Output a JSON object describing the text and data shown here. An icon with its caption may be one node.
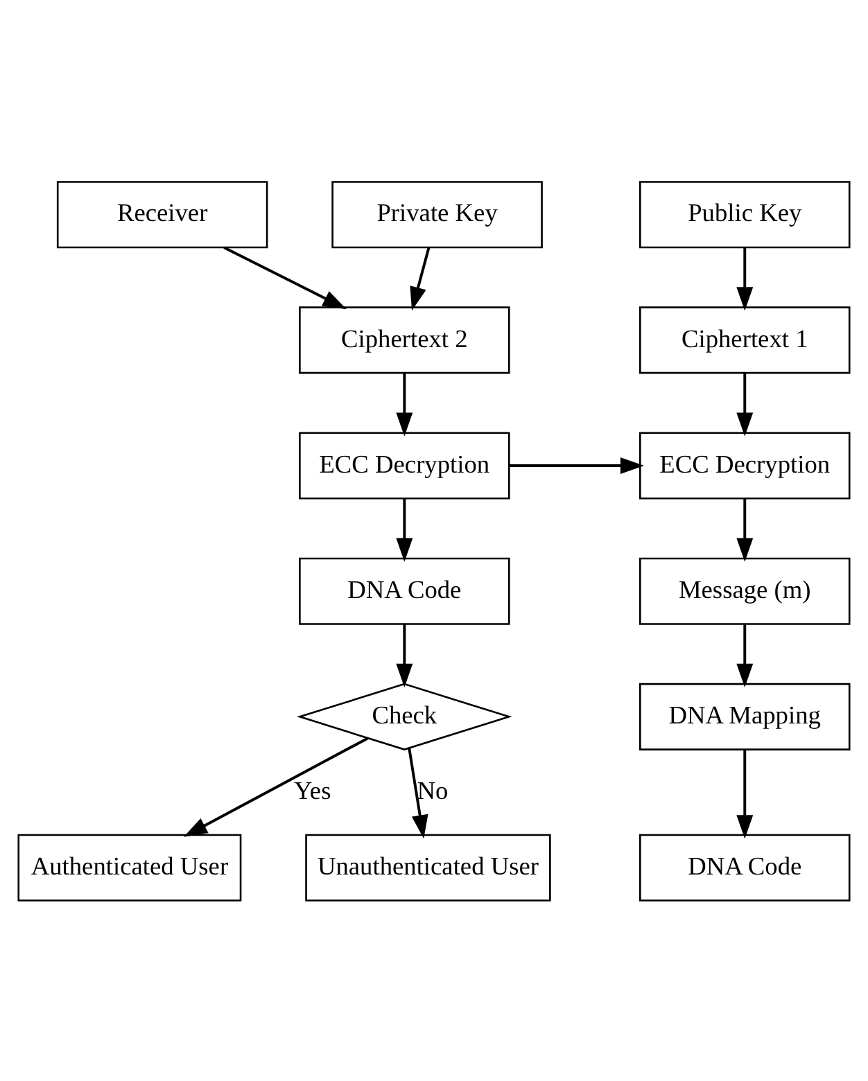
{
  "diagram": {
    "nodes": [
      {
        "text": [
          "Public Key"
        ]
      },
      {
        "text": [
          "Receiver"
        ]
      },
      {
        "text": [
          "Private Key"
        ]
      },
      {
        "text": [
          "Ciphertext 1"
        ]
      },
      {
        "text": [
          "Ciphertext 2"
        ]
      },
      {
        "text": [
          "ECC Decryption"
        ]
      },
      {
        "text": [
          "ECC Decryption"
        ]
      },
      {
        "text": [
          "Message (m)"
        ]
      },
      {
        "text": [
          "DNA Code"
        ]
      },
      {
        "text": [
          "DNA Mapping"
        ]
      },
      {
        "text": [
          "Check"
        ]
      },
      {
        "text": [
          "DNA Code"
        ]
      },
      {
        "text": [
          "Authenticated User"
        ]
      },
      {
        "text": [
          "Unauthenticated User"
        ]
      }
    ],
    "edges": [
      {
        "from": 0,
        "to": 3,
        "arrow": "to"
      },
      {
        "from": 1,
        "to": 4,
        "arrow": "to"
      },
      {
        "from": 2,
        "to": 4,
        "arrow": "to"
      },
      {
        "from": 3,
        "to": 5,
        "arrow": "to"
      },
      {
        "from": 4,
        "to": 6,
        "arrow": "to"
      },
      {
        "from": 6,
        "to": 5,
        "arrow": "to"
      },
      {
        "from": 5,
        "to": 7,
        "arrow": "to"
      },
      {
        "from": 6,
        "to": 8,
        "arrow": "to"
      },
      {
        "from": 7,
        "to": 9,
        "arrow": "to"
      },
      {
        "from": 8,
        "to": 10,
        "arrow": "to"
      },
      {
        "from": 9,
        "to": 11,
        "arrow": "to"
      },
      {
        "from": 10,
        "to": 12,
        "arrow": "to",
        "label": "Yes"
      },
      {
        "from": 10,
        "to": 13,
        "arrow": "to",
        "label": "No"
      }
    ]
  }
}
